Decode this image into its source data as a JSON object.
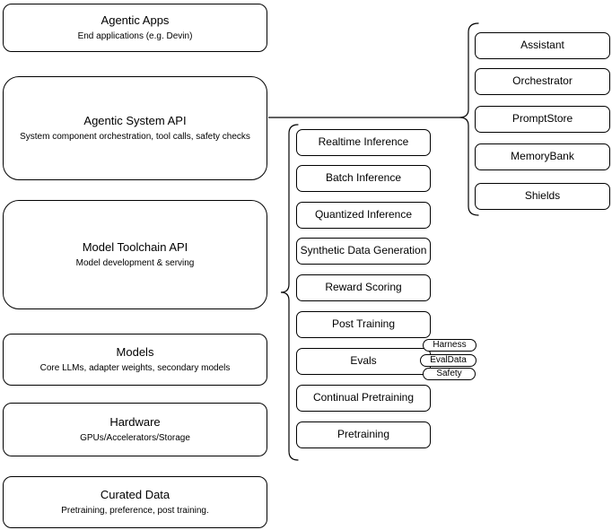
{
  "diagram": {
    "colors": {
      "border": "#000000",
      "fill": "#ffffff",
      "text": "#000000",
      "background": "#ffffff"
    },
    "left_column": [
      {
        "title": "Agentic Apps",
        "subtitle": "End applications (e.g. Devin)"
      },
      {
        "title": "Agentic System API",
        "subtitle": "System component orchestration, tool calls, safety checks"
      },
      {
        "title": "Model Toolchain API",
        "subtitle": "Model development & serving"
      },
      {
        "title": "Models",
        "subtitle": "Core LLMs, adapter weights, secondary models"
      },
      {
        "title": "Hardware",
        "subtitle": "GPUs/Accelerators/Storage"
      },
      {
        "title": "Curated Data",
        "subtitle": "Pretraining, preference, post training."
      }
    ],
    "middle_column": {
      "items": [
        "Realtime Inference",
        "Batch Inference",
        "Quantized Inference",
        "Synthetic Data Generation",
        "Reward Scoring",
        "Post Training",
        "Evals",
        "Continual Pretraining",
        "Pretraining"
      ],
      "evals_tags": [
        "Harness",
        "EvalData",
        "Safety"
      ]
    },
    "right_column": {
      "items": [
        "Assistant",
        "Orchestrator",
        "PromptStore",
        "MemoryBank",
        "Shields"
      ]
    }
  }
}
